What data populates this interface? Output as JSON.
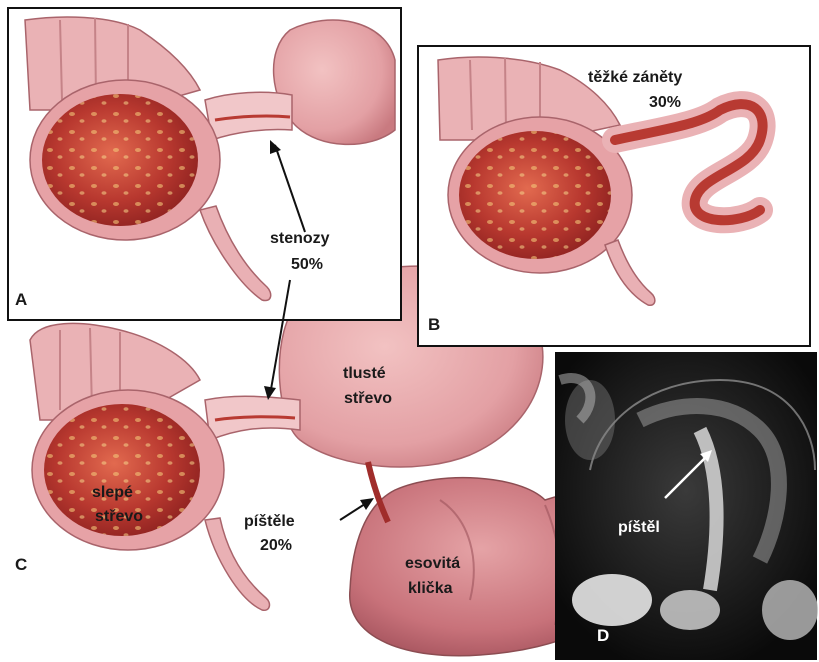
{
  "labels": {
    "stenozy": "stenozy",
    "stenozy_pct": "50%",
    "tezke_zanety": "těžké záněty",
    "tezke_zanety_pct": "30%",
    "tluste": "tlusté",
    "strevo": "střevo",
    "slepe": "slepé",
    "slepe_strevo": "střevo",
    "pistele": "píštěle",
    "pistele_pct": "20%",
    "esovita": "esovitá",
    "klicka": "klička",
    "pistel": "píštěl"
  },
  "panels": {
    "a": "A",
    "b": "B",
    "c": "C",
    "d": "D"
  },
  "colors": {
    "tissue": "#e8a7ab",
    "tissue_dark": "#c9747b",
    "inflamed": "#b83a32",
    "inflamed_light": "#d9604e",
    "outline": "#8c4d52",
    "xray_bg": "#0d0d0d"
  }
}
